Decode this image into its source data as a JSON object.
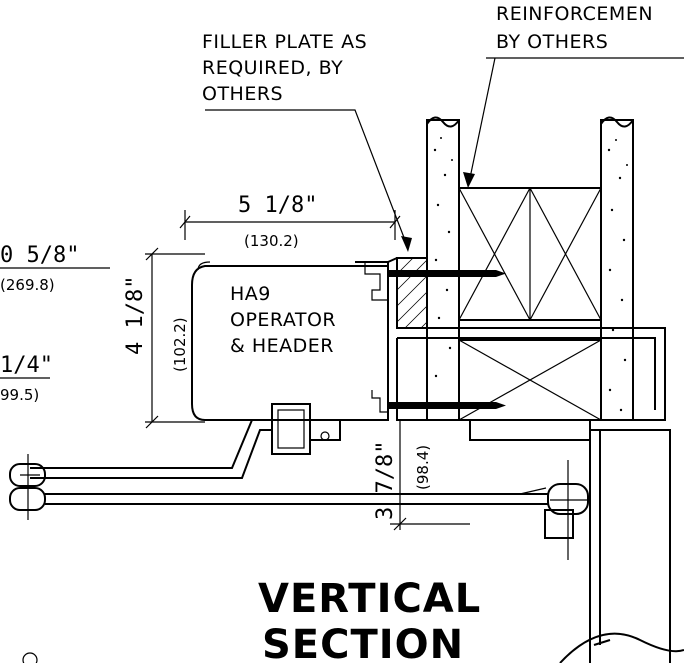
{
  "labels": {
    "filler_plate": [
      "FILLER PLATE AS",
      "REQUIRED, BY",
      "OTHERS"
    ],
    "reinforcement": [
      "REINFORCEMEN",
      "BY OTHERS"
    ],
    "operator": [
      "HA9",
      "OPERATOR",
      "& HEADER"
    ],
    "title": [
      "VERTICAL",
      "SECTION"
    ]
  },
  "dimensions": {
    "width_in": "5 1/8\"",
    "width_mm": "(130.2)",
    "height_in": "4 1/8\"",
    "height_mm": "(102.2)",
    "left_1_in": "0 5/8\"",
    "left_1_mm": "(269.8)",
    "left_2_in": "1/4\"",
    "left_2_mm": "99.5)",
    "offset_in": "3 7/8\"",
    "offset_mm": "(98.4)"
  }
}
